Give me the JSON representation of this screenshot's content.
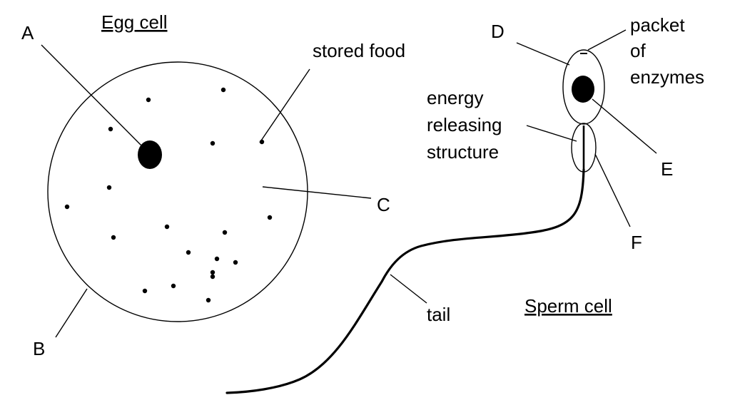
{
  "diagram": {
    "egg_title": "Egg cell",
    "sperm_title": "Sperm cell",
    "labels": {
      "a": "A",
      "b": "B",
      "c": "C",
      "d": "D",
      "e": "E",
      "f": "F",
      "stored_food": "stored food",
      "tail": "tail",
      "packet_1": "packet",
      "packet_2": "of",
      "packet_3": "enzymes",
      "energy_1": "energy",
      "energy_2": "releasing",
      "energy_3": "structure"
    }
  }
}
